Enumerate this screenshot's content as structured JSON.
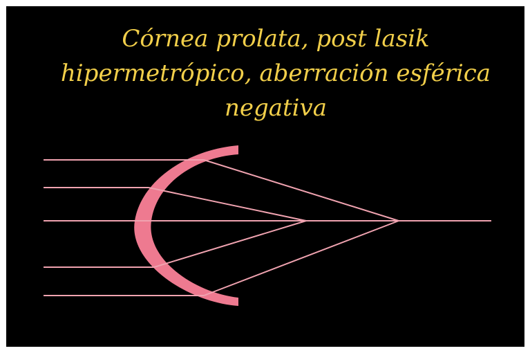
{
  "title_lines": [
    "Córnea prolata, post lasik",
    "hipermetrópico, aberración esférica",
    "negativa"
  ],
  "colors": {
    "background": "#000000",
    "title": "#f2cf4a",
    "cornea": "#ee7a90",
    "rays": "#f0a3b0"
  }
}
